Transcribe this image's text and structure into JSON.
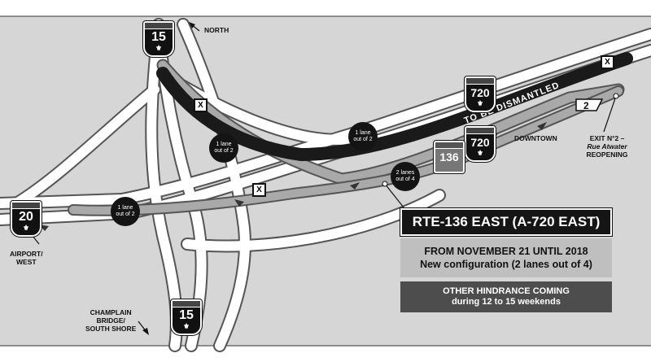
{
  "labels": {
    "north": "NORTH",
    "downtown": "DOWNTOWN",
    "airport": "AIRPORT/\nWEST",
    "champlain": "CHAMPLAIN\nBRIDGE/\nSOUTH SHORE",
    "exit_line1": "EXIT N°2 –",
    "exit_line2": "Rue Atwater",
    "exit_line3": "REOPENING",
    "exit_number": "2",
    "dismantled": "TO BE DISMANTLED",
    "x_mark": "X"
  },
  "badges": {
    "lane1": "1 lane\nout of 2",
    "lane2": "1 lane\nout of 2",
    "lane3": "1 lane\nout of 2",
    "lane4": "2 lanes\nout of 4"
  },
  "shields": {
    "a15_top": "15",
    "a15_bottom": "15",
    "a20": "20",
    "a720_upper": "720",
    "a720_lower": "720",
    "r136": "136",
    "fleur": "⚜"
  },
  "info": {
    "title": "RTE-136 EAST (A-720 EAST)",
    "line1": "FROM NOVEMBER 21 UNTIL 2018",
    "line2": "New configuration (2 lanes out of 4)",
    "other1": "OTHER HINDRANCE COMING",
    "other2": "during 12 to 15 weekends"
  },
  "colors": {
    "road": "#ffffff",
    "background": "#d6d6d6",
    "dismantled_road": "#1a1a1a",
    "restricted_road": "#a9a9a9"
  }
}
